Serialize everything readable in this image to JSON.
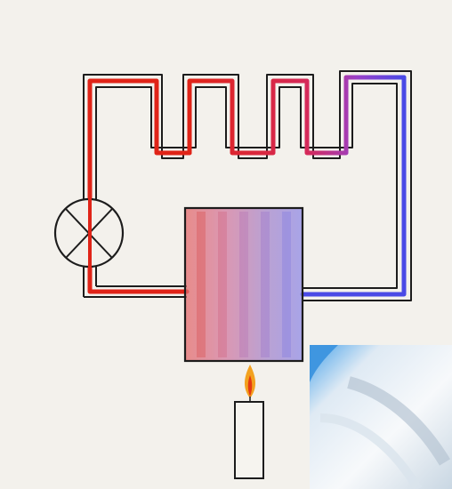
{
  "diagram": {
    "colors": {
      "background": "#f3f1ec",
      "outline": "#1c1c1c",
      "hot": "#e02418",
      "warm": "#c8327a",
      "cool": "#9a40c8",
      "cold": "#4a4ae6",
      "flame_outer": "#f2a11f",
      "flame_inner": "#e53a12"
    },
    "components": [
      "pump-symbol",
      "heat-exchanger",
      "radiator-coil",
      "candle",
      "pipe-loop"
    ],
    "overlay": "blurred-photo-corner"
  }
}
